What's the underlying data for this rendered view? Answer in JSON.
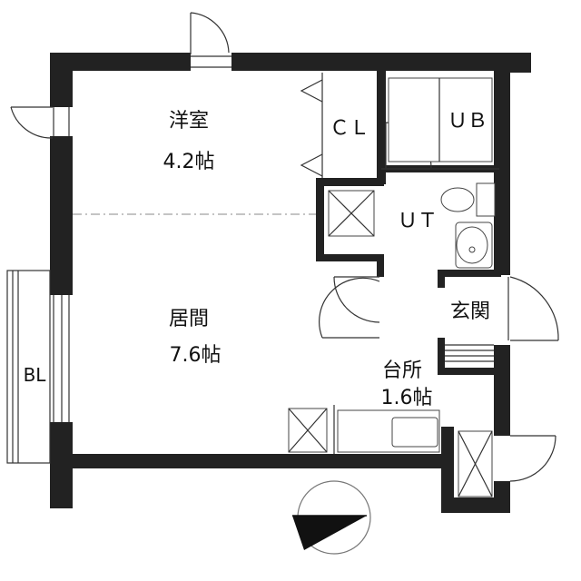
{
  "rooms": {
    "western_room": {
      "name": "洋室",
      "size": "4.2帖"
    },
    "closet": {
      "name": "ＣＬ"
    },
    "unit_bath": {
      "name": "ＵＢ"
    },
    "utility": {
      "name": "ＵＴ"
    },
    "living": {
      "name": "居間",
      "size": "7.6帖"
    },
    "entrance": {
      "name": "玄関"
    },
    "kitchen": {
      "name": "台所",
      "size": "1.6帖"
    },
    "balcony": {
      "name": "BL"
    }
  },
  "colors": {
    "wall": "#222222",
    "line": "#333333",
    "background": "#ffffff"
  },
  "icons": {
    "compass": "north-arrow-icon"
  }
}
